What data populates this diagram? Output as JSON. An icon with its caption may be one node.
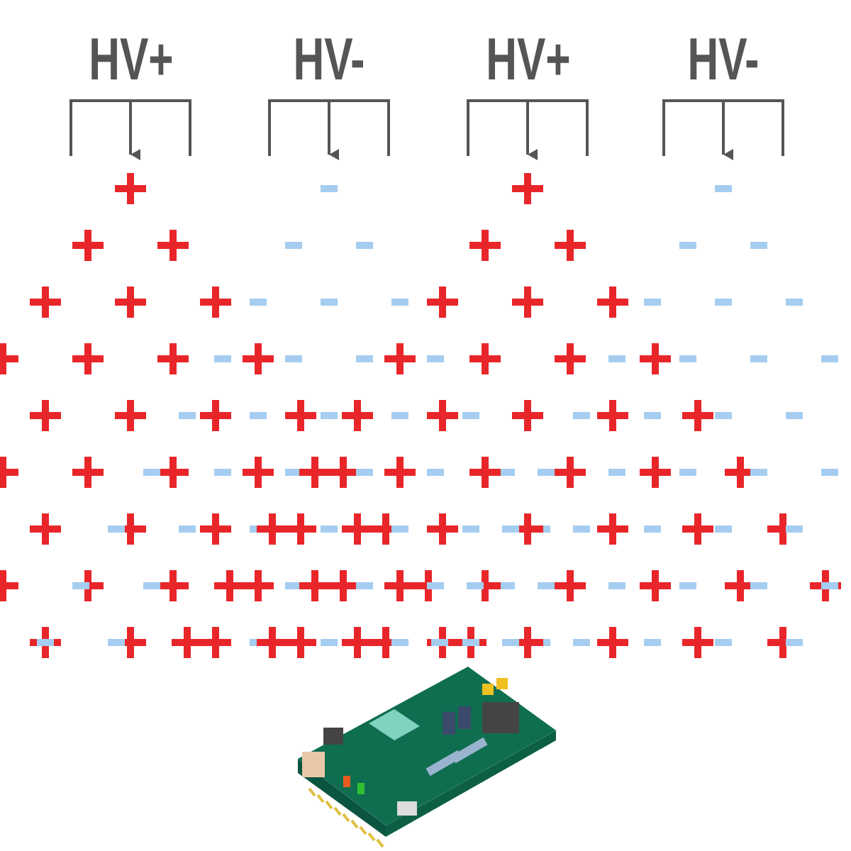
{
  "diagram": {
    "labels": [
      "HV+",
      "HV-",
      "HV+",
      "HV-"
    ]
  }
}
